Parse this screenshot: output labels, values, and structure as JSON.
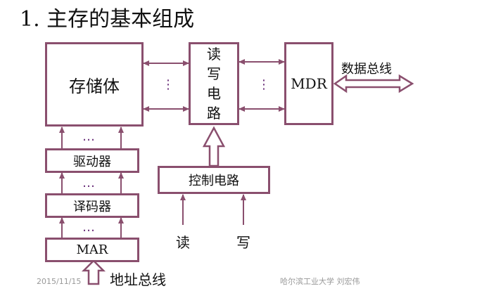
{
  "slide": {
    "title": "1. 主存的基本组成",
    "date": "2015/11/15",
    "author": "哈尔滨工业大学 刘宏伟"
  },
  "diagram": {
    "storage": "存储体",
    "rw_circuit": [
      "读",
      "写",
      "电",
      "路"
    ],
    "mdr": "MDR",
    "data_bus": "数据总线",
    "driver": "驱动器",
    "decoder": "译码器",
    "mar": "MAR",
    "control": "控制电路",
    "read": "读",
    "write": "写",
    "address_bus": "地址总线",
    "ellipsis": "…",
    "vellipsis": "⋮"
  },
  "colors": {
    "box_border": "#8a4f6e",
    "arrow": "#8a4f6e",
    "dots": "#6a2f7a"
  }
}
